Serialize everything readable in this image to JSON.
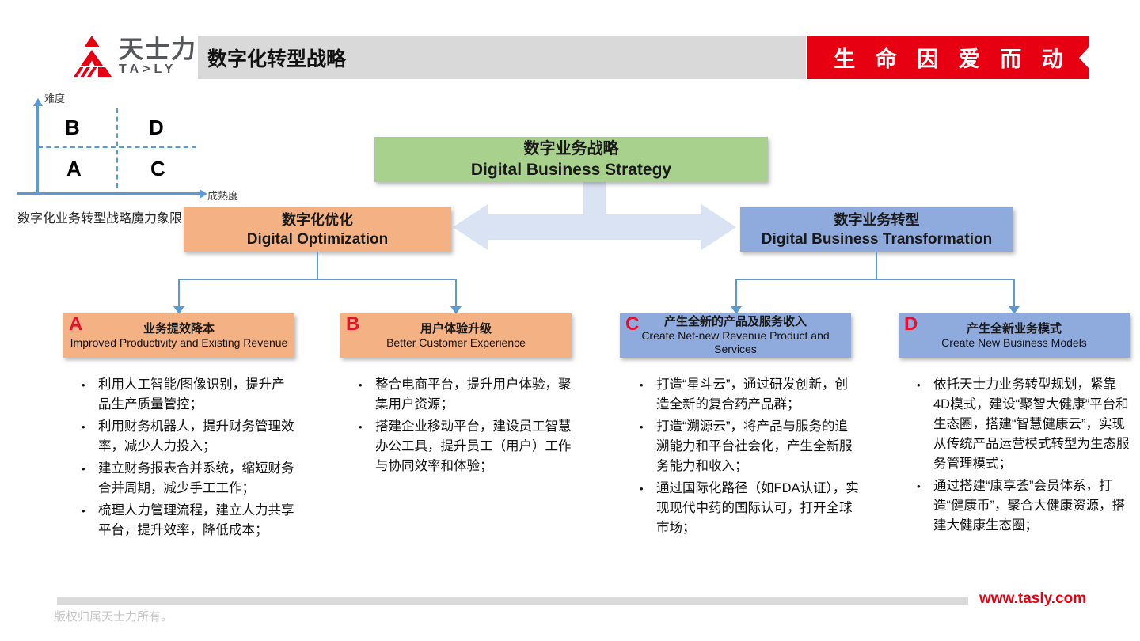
{
  "header": {
    "logo": {
      "cn": "天士力",
      "en": "TA>LY"
    },
    "title": "数字化转型战略",
    "slogan": "生 命 因 爱 而 动"
  },
  "quadrant": {
    "y_axis": "难度",
    "x_axis": "成熟度",
    "q_tl": "B",
    "q_tr": "D",
    "q_bl": "A",
    "q_br": "C",
    "caption": "数字化业务转型战略魔力象限"
  },
  "strategy": {
    "cn": "数字业务战略",
    "en": "Digital Business Strategy"
  },
  "branches": [
    {
      "cn": "数字化优化",
      "en": "Digital Optimization"
    },
    {
      "cn": "数字业务转型",
      "en": "Digital Business Transformation"
    }
  ],
  "columns": [
    {
      "letter": "A",
      "cn": "业务提效降本",
      "en": "Improved Productivity and Existing Revenue",
      "bullets": [
        "利用人工智能/图像识别，提升产品生产质量管控；",
        "利用财务机器人，提升财务管理效率，减少人力投入；",
        "建立财务报表合并系统，缩短财务合并周期，减少手工工作；",
        "梳理人力管理流程，建立人力共享平台，提升效率，降低成本；"
      ]
    },
    {
      "letter": "B",
      "cn": "用户体验升级",
      "en": "Better Customer Experience",
      "bullets": [
        "整合电商平台，提升用户体验，聚集用户资源；",
        "搭建企业移动平台，建设员工智慧办公工具，提升员工（用户）工作与协同效率和体验；"
      ]
    },
    {
      "letter": "C",
      "cn": "产生全新的产品及服务收入",
      "en": "Create Net-new Revenue Product and Services",
      "bullets": [
        "打造“星斗云”，通过研发创新，创造全新的复合药产品群；",
        "打造“溯源云”，将产品与服务的追溯能力和平台社会化，产生全新服务能力和收入；",
        "通过国际化路径（如FDA认证），实现现代中药的国际认可，打开全球市场；"
      ]
    },
    {
      "letter": "D",
      "cn": "产生全新业务模式",
      "en": "Create New Business Models",
      "bullets": [
        "依托天士力业务转型规划，紧靠4D模式，建设“聚智大健康”平台和生态圈，搭建“智慧健康云”，实现从传统产品运营模式转型为生态服务管理模式；",
        "通过搭建“康享荟”会员体系，打造“健康币”，聚合大健康资源，搭建大健康生态圈；"
      ]
    }
  ],
  "footer": {
    "copyright": "版权归属天士力所有。",
    "website": "www.tasly.com"
  },
  "colors": {
    "brand_red": "#e60012",
    "title_bar_gray": "#d9d9d9",
    "strategy_green": "#a9d18e",
    "optimization_orange": "#f4b183",
    "transformation_blue": "#8faadc",
    "connector_blue": "#5b9bd5",
    "arrow_light_blue": "#dae3f3"
  }
}
